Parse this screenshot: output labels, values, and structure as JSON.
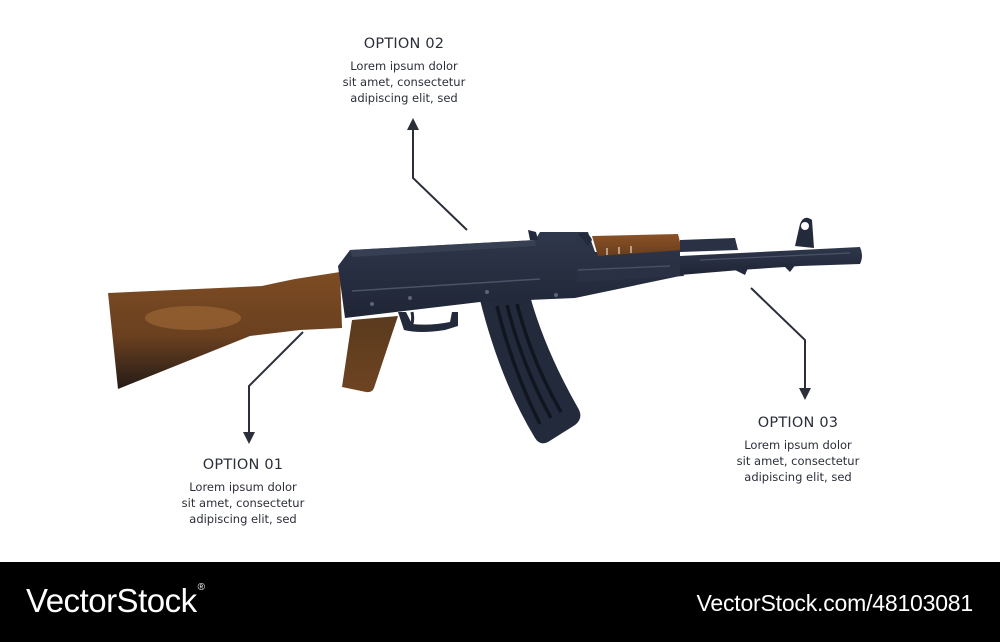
{
  "callouts": [
    {
      "id": "option-01",
      "title": "OPTION 01",
      "lines": [
        "Lorem ipsum dolor",
        "sit amet, consectetur",
        "adipiscing elit, sed"
      ]
    },
    {
      "id": "option-02",
      "title": "OPTION 02",
      "lines": [
        "Lorem ipsum dolor",
        "sit amet, consectetur",
        "adipiscing elit, sed"
      ]
    },
    {
      "id": "option-03",
      "title": "OPTION 03",
      "lines": [
        "Lorem ipsum dolor",
        "sit amet, consectetur",
        "adipiscing elit, sed"
      ]
    }
  ],
  "footer": {
    "brand": "VectorStock",
    "brand_mark": "®",
    "url": "VectorStock.com/48103081"
  },
  "colors": {
    "metal": "#262d3f",
    "metal_light": "#3c4458",
    "wood": "#7a4a22",
    "wood_dark": "#2a1e16",
    "leader": "#2b2f3a",
    "footer_bg": "#000000"
  },
  "icons": [
    "rifle-illustration",
    "arrow-up-icon",
    "arrow-down-icon"
  ]
}
